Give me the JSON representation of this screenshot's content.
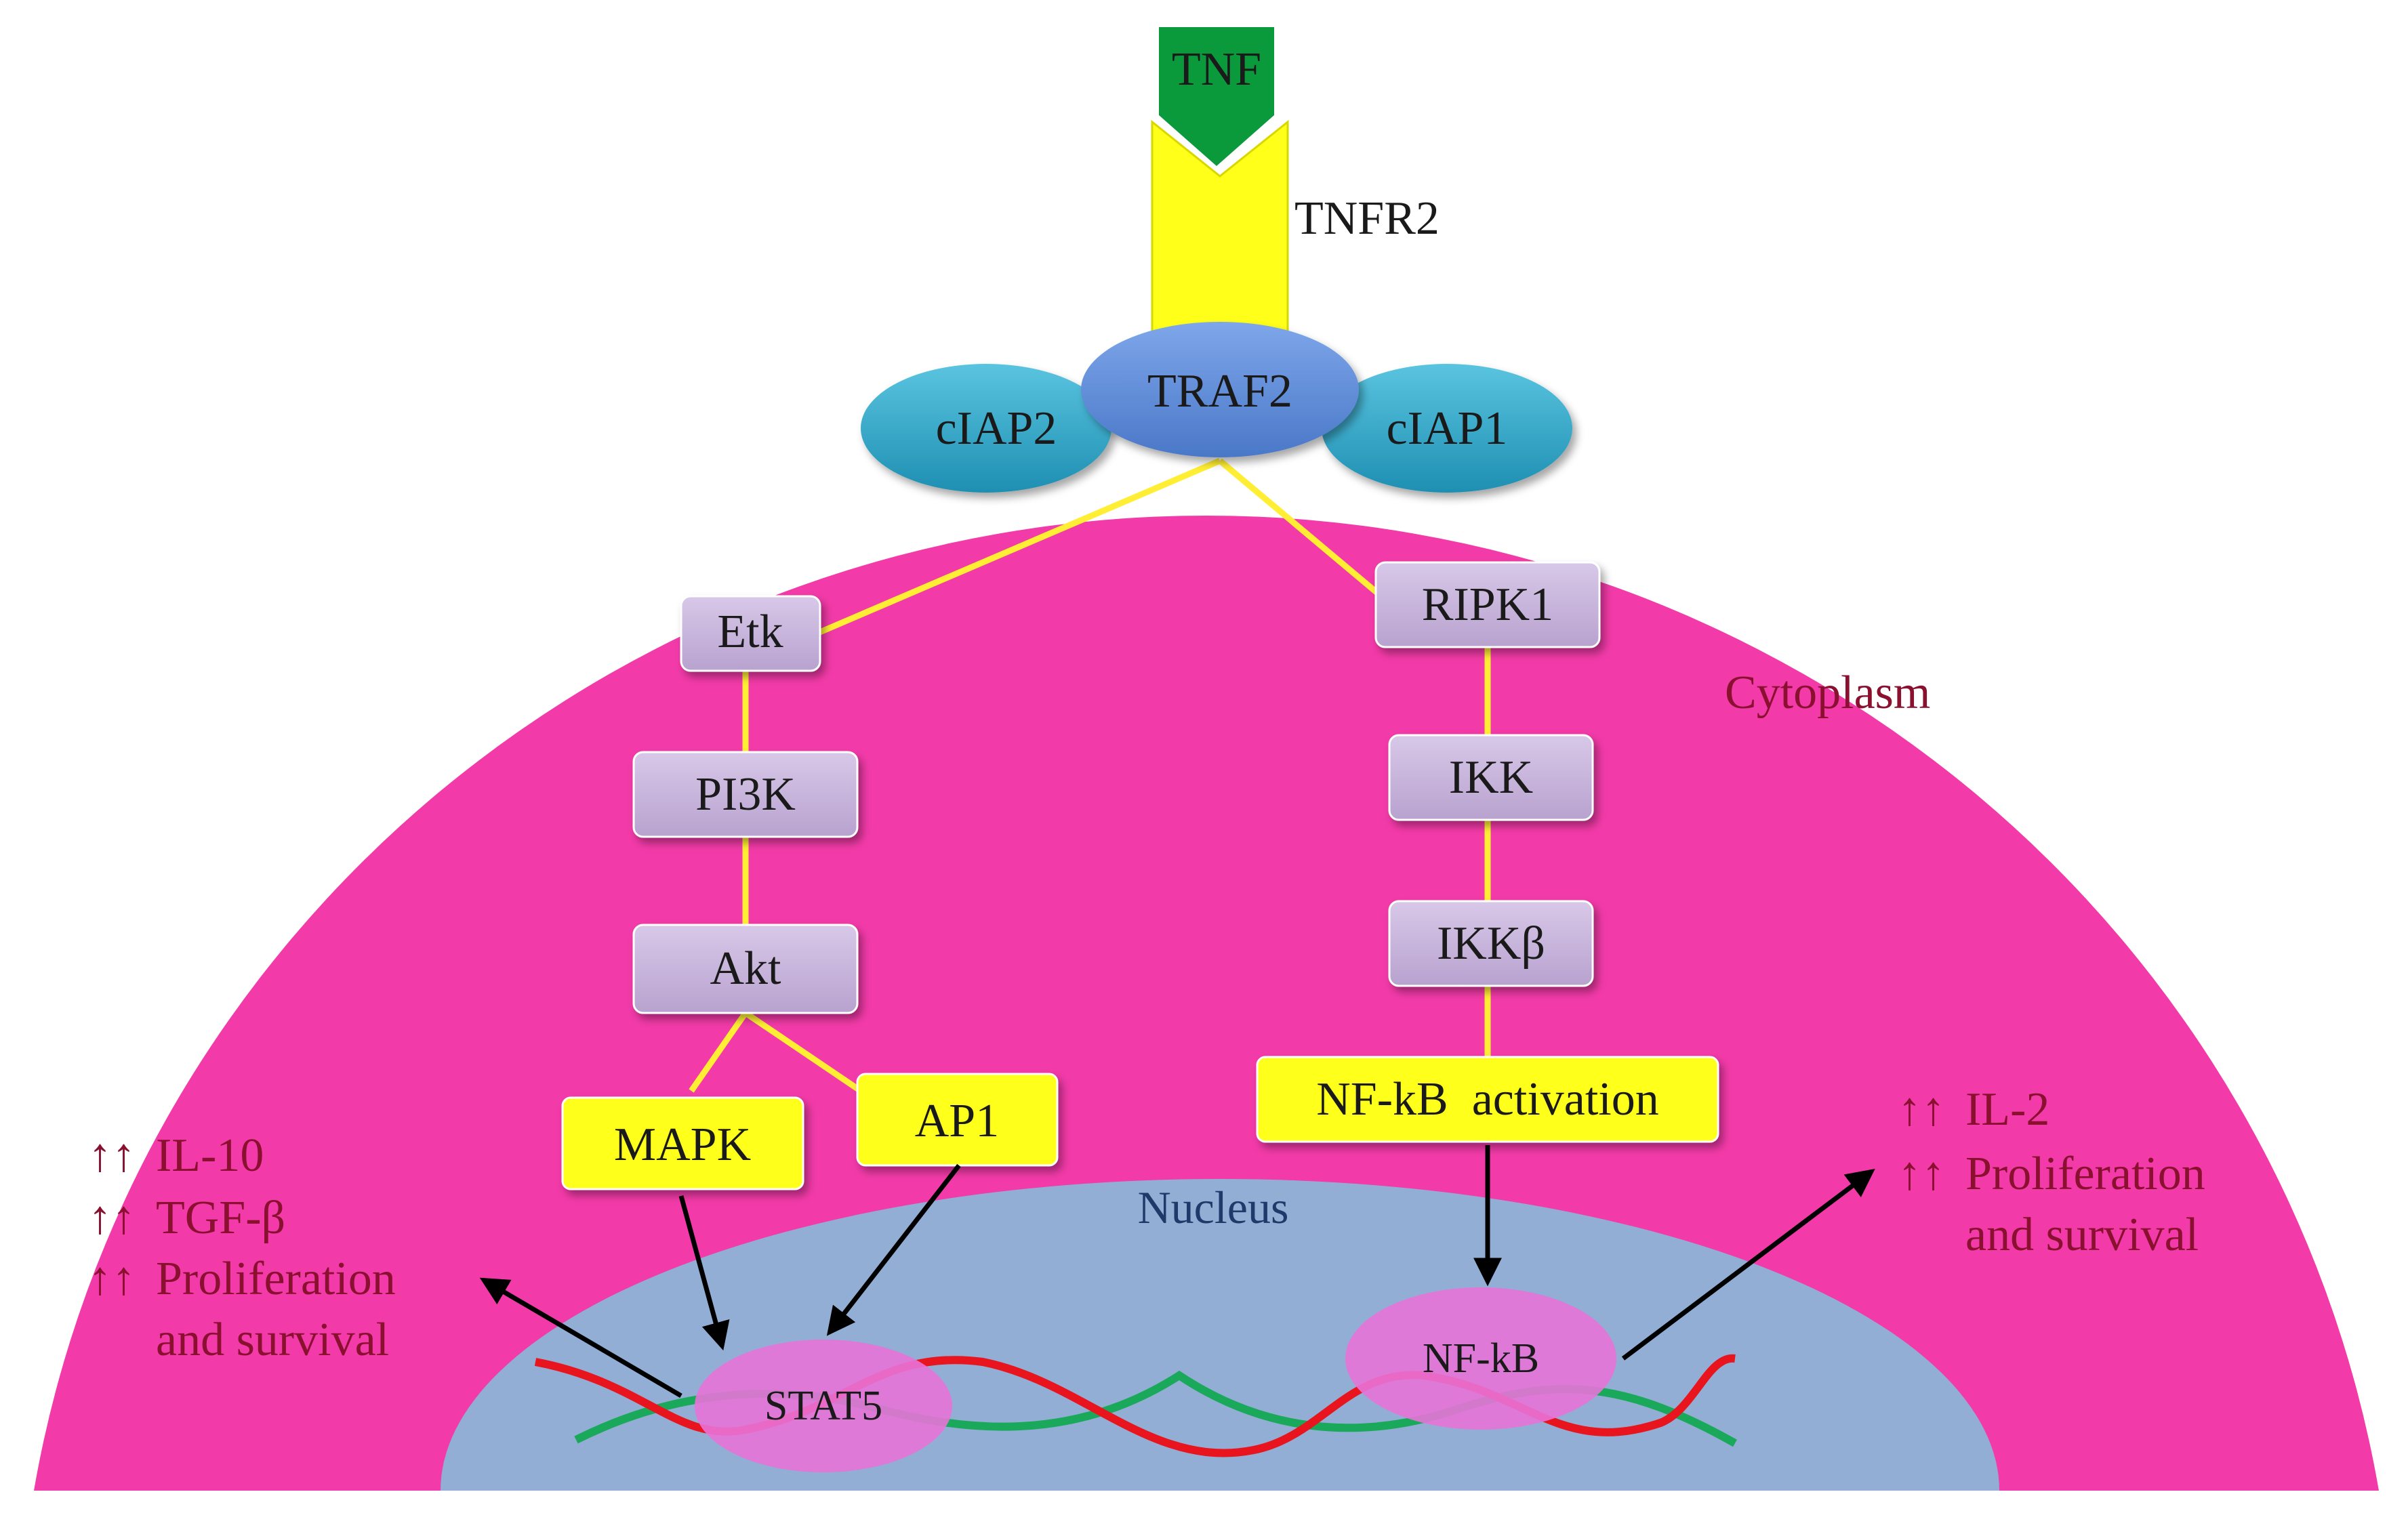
{
  "ligand": {
    "label": "TNF",
    "color": "#0a9a3c"
  },
  "receptor": {
    "label": "TNFR2",
    "color": "#ffff1a"
  },
  "compartments": {
    "cytoplasm": {
      "label": "Cytoplasm",
      "color": "#f23aa8"
    },
    "nucleus": {
      "label": "Nucleus",
      "color": "#92aed4"
    }
  },
  "adaptors": {
    "traf2": "TRAF2",
    "ciap2": "cIAP2",
    "ciap1": "cIAP1"
  },
  "left_pathway": {
    "etk": "Etk",
    "pi3k": "PI3K",
    "akt": "Akt",
    "mapk": "MAPK",
    "ap1": "AP1"
  },
  "right_pathway": {
    "ripk1": "RIPK1",
    "ikk": "IKK",
    "ikkb": "IKKβ",
    "nfkb_activation": "NF-kB  activation"
  },
  "transcription_factors": {
    "stat5": "STAT5",
    "nfkb": "NF-kB"
  },
  "left_outcomes": {
    "arrows": "↑↑",
    "il10": "IL-10",
    "tgfb": "TGF-β",
    "proliferation": "Proliferation",
    "survival": "and survival"
  },
  "right_outcomes": {
    "arrows": "↑↑",
    "il2": "IL-2",
    "proliferation": "Proliferation",
    "survival": "and survival"
  },
  "colors": {
    "protein_box": "#c4b0d8",
    "effector_box": "#ffff1a",
    "connector": "#ffee33",
    "adaptor_teal": "#2ea8c8",
    "traf2_blue": "#5a8ad8",
    "tf_ellipse": "#e873d8",
    "dna_red": "#e8141e",
    "dna_green": "#1aa85a",
    "outcome_text": "#8a1030"
  }
}
